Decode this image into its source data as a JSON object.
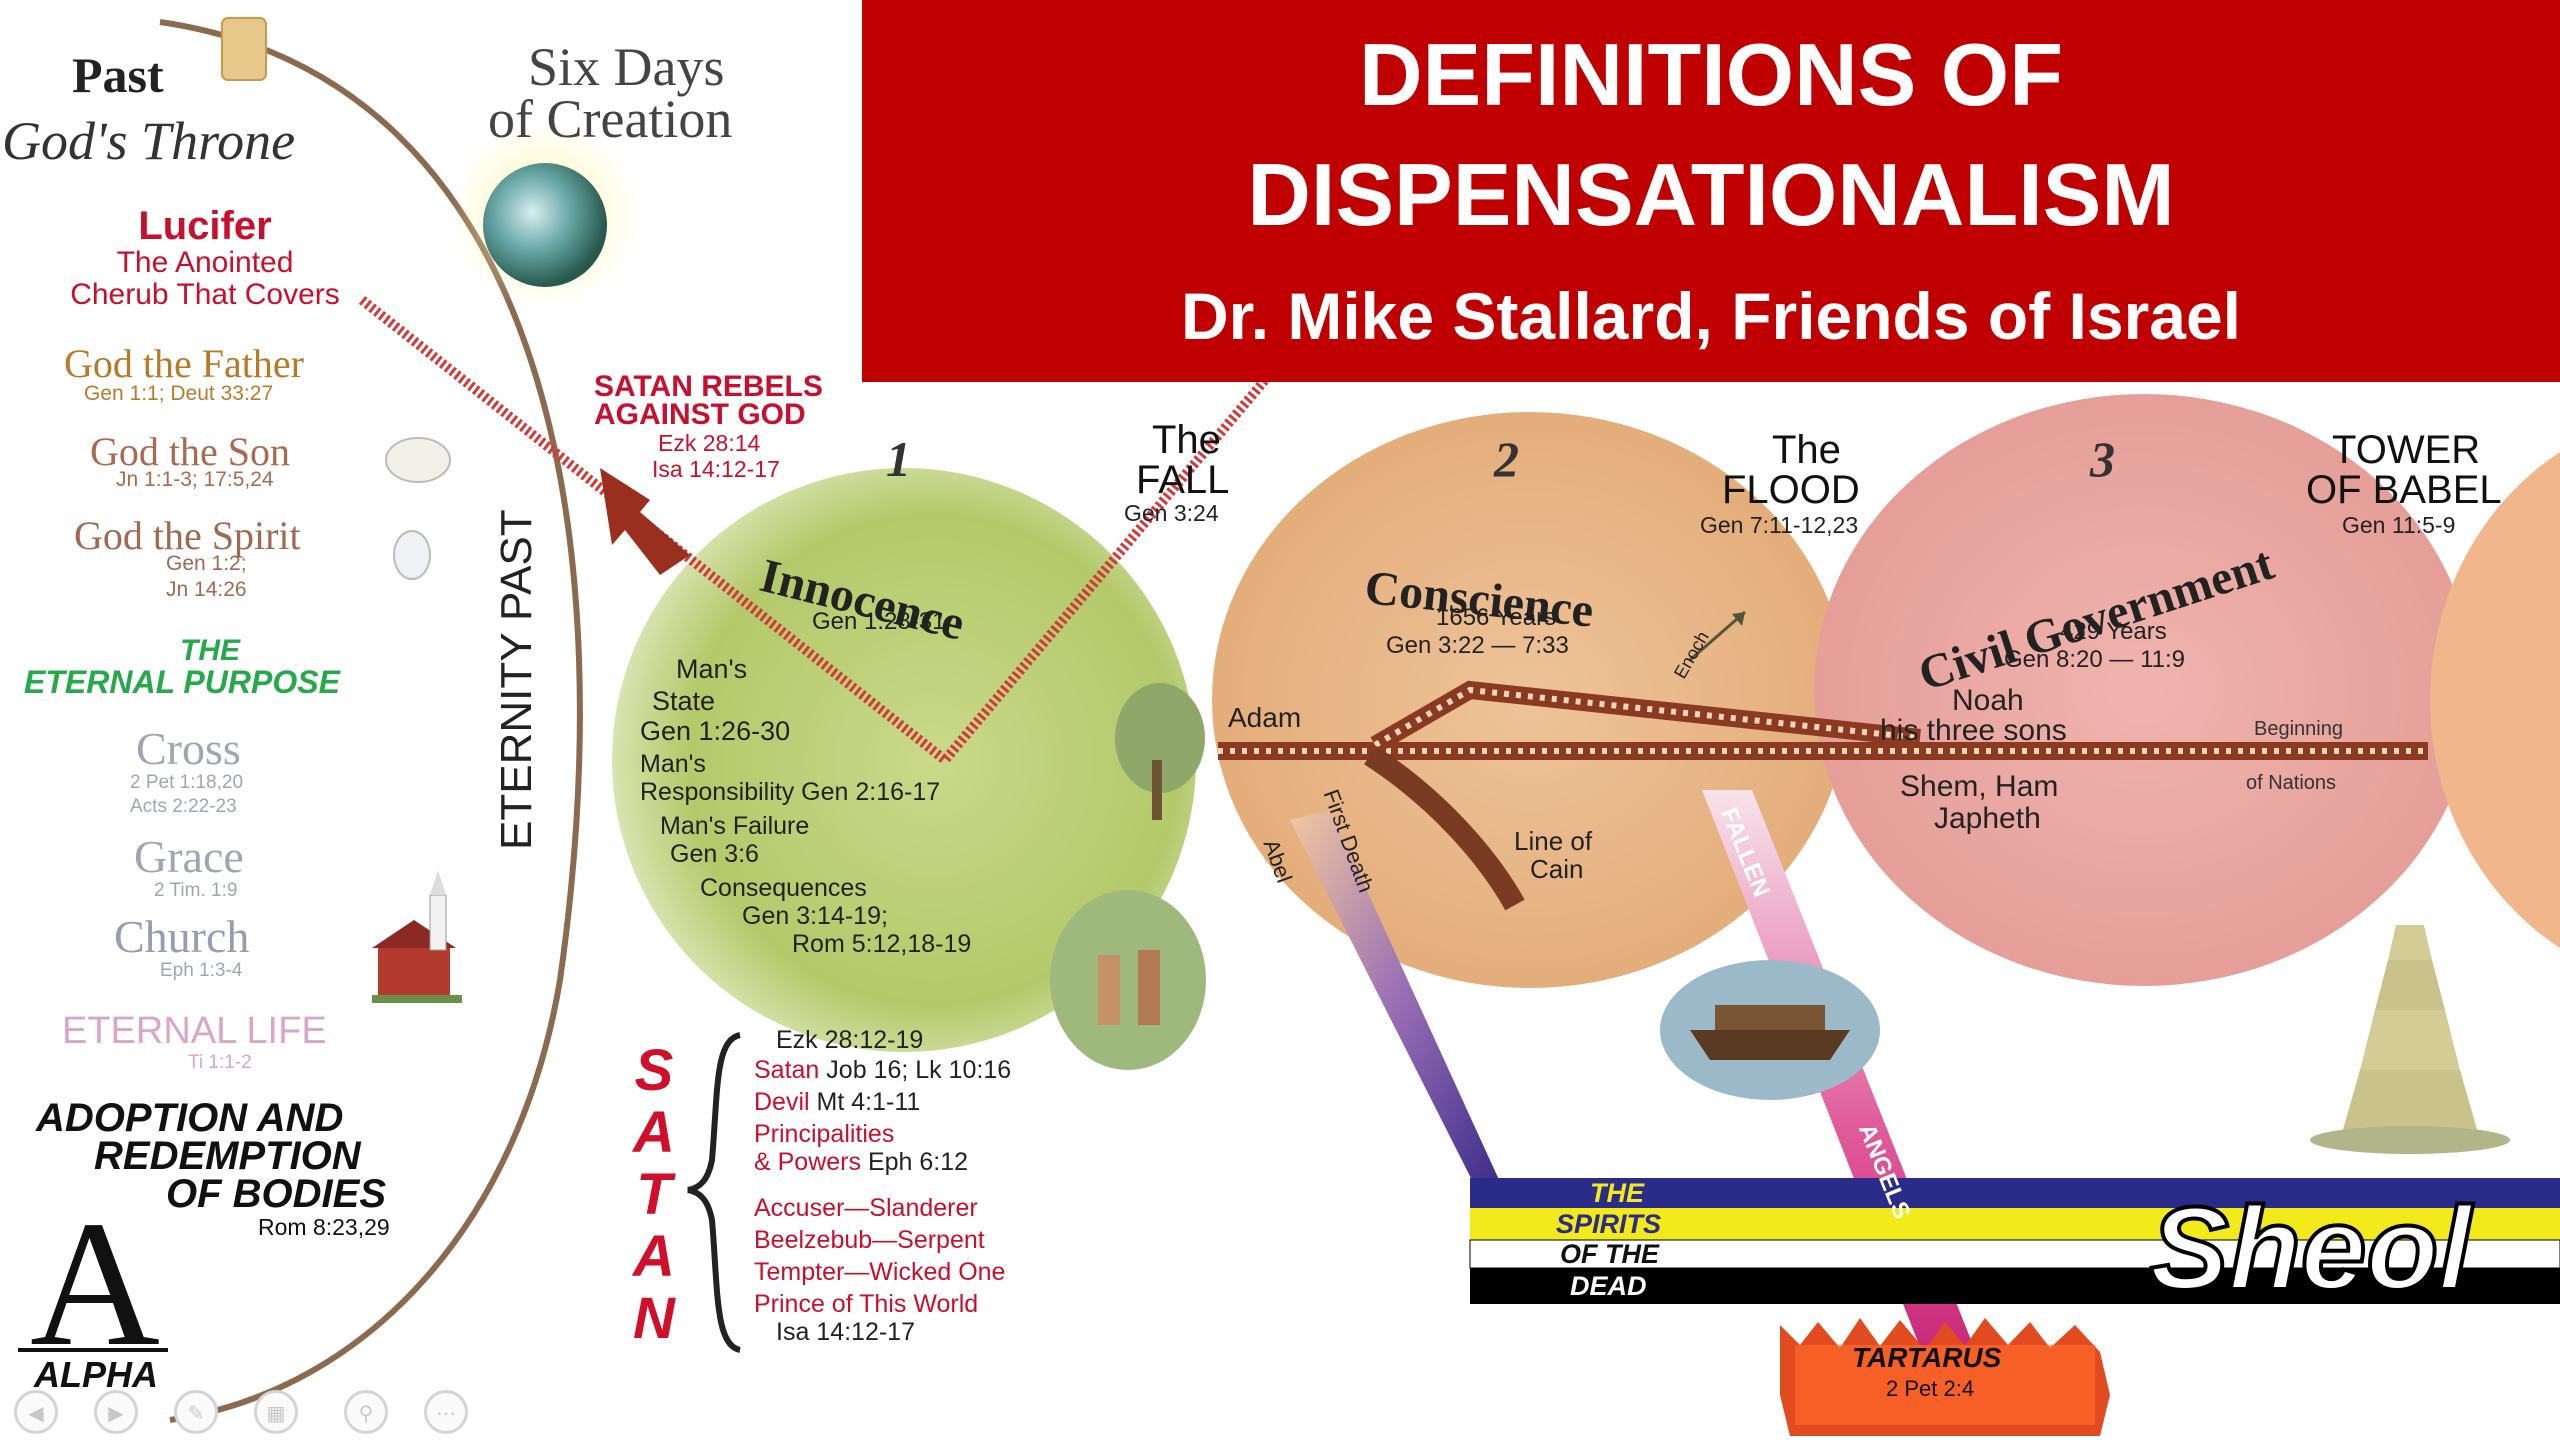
{
  "banner": {
    "title_line1": "DEFINITIONS OF",
    "title_line2": "DISPENSATIONALISM",
    "subtitle": "Dr. Mike Stallard, Friends of Israel"
  },
  "left": {
    "past": "Past",
    "gods_throne": "God's Throne",
    "lucifer": "Lucifer",
    "lucifer_desc1": "The Anointed",
    "lucifer_desc2": "Cherub That Covers",
    "father": "God the Father",
    "father_ref": "Gen 1:1; Deut 33:27",
    "son": "God the Son",
    "son_ref": "Jn 1:1-3; 17:5,24",
    "spirit": "God the Spirit",
    "spirit_ref1": "Gen 1:2;",
    "spirit_ref2": "Jn 14:26",
    "eternal_purpose1": "THE",
    "eternal_purpose2": "ETERNAL PURPOSE",
    "cross": "Cross",
    "cross_ref1": "2 Pet 1:18,20",
    "cross_ref2": "Acts 2:22-23",
    "grace": "Grace",
    "grace_ref": "2 Tim. 1:9",
    "church": "Church",
    "church_ref": "Eph 1:3-4",
    "eternal_life": "ETERNAL LIFE",
    "eternal_life_ref": "Ti 1:1-2",
    "adoption1": "ADOPTION AND",
    "adoption2": "REDEMPTION",
    "adoption3": "OF BODIES",
    "adoption_ref": "Rom 8:23,29",
    "alpha_letter": "A",
    "alpha_word": "ALPHA",
    "eternity_past": "ETERNITY PAST"
  },
  "creation": {
    "line1": "Six Days",
    "line2": "of Creation"
  },
  "rebel": {
    "line1": "SATAN REBELS",
    "line2": "AGAINST GOD",
    "ref1": "Ezk 28:14",
    "ref2": "Isa 14:12-17"
  },
  "dispensations": [
    {
      "number": "1",
      "name": "Innocence",
      "ref": "Gen 1:28-31"
    },
    {
      "number": "2",
      "name": "Conscience",
      "years": "1656 Years",
      "ref": "Gen 3:22 — 7:33"
    },
    {
      "number": "3",
      "name": "Civil Government",
      "years": "429 Years",
      "ref": "Gen 8:20 — 11:9"
    }
  ],
  "innocence_body": {
    "state1": "Man's",
    "state2": "State",
    "state_ref": "Gen 1:26-30",
    "resp1": "Man's",
    "resp2": "Responsibility Gen 2:16-17",
    "fail1": "Man's Failure",
    "fail2": "Gen 3:6",
    "cons1": "Consequences",
    "cons2": "Gen 3:14-19;",
    "cons3": "Rom 5:12,18-19"
  },
  "events": {
    "fall1": "The",
    "fall2": "FALL",
    "fall_ref": "Gen 3:24",
    "flood1": "The",
    "flood2": "FLOOD",
    "flood_ref": "Gen 7:11-12,23",
    "babel1": "TOWER",
    "babel2": "OF BABEL",
    "babel_ref": "Gen 11:5-9"
  },
  "conscience_body": {
    "adam": "Adam",
    "enoch": "Enoch",
    "abel": "Abel",
    "first_death": "First Death",
    "cain1": "Line of",
    "cain2": "Cain"
  },
  "civil_body": {
    "noah1": "Noah",
    "noah2": "his three sons",
    "sons1": "Shem, Ham",
    "sons2": "Japheth",
    "nations1": "Beginning",
    "nations2": "of Nations"
  },
  "fallen": "FALLEN",
  "angels": "ANGELS",
  "satan": {
    "letters": [
      "S",
      "A",
      "T",
      "A",
      "N"
    ],
    "ezk": "Ezk 28:12-19",
    "names": [
      {
        "name": "Satan",
        "ref": "Job 16; Lk 10:16"
      },
      {
        "name": "Devil",
        "ref": "Mt 4:1-11"
      },
      {
        "name": "Principalities",
        "ref": ""
      },
      {
        "name": "& Powers",
        "ref": "Eph 6:12"
      },
      {
        "name": "Accuser—Slanderer",
        "ref": ""
      },
      {
        "name": "Beelzebub—Serpent",
        "ref": ""
      },
      {
        "name": "Tempter—Wicked One",
        "ref": ""
      },
      {
        "name": "Prince of This World",
        "ref": ""
      }
    ],
    "isa": "Isa 14:12-17"
  },
  "sheol": {
    "spirits1": "THE",
    "spirits2": "SPIRITS",
    "spirits3": "OF THE",
    "spirits4": "DEAD",
    "label": "Sheol"
  },
  "tartarus": {
    "label": "TARTARUS",
    "ref": "2 Pet 2:4"
  },
  "colors": {
    "banner": "#c00000",
    "innocence": "#b9cf74",
    "conscience": "#e9b98a",
    "civil": "#e8a4a0",
    "satan_red": "#c8102e",
    "sheol_blue": "#2a2a8a",
    "sheol_yellow": "#f2ea1a"
  }
}
